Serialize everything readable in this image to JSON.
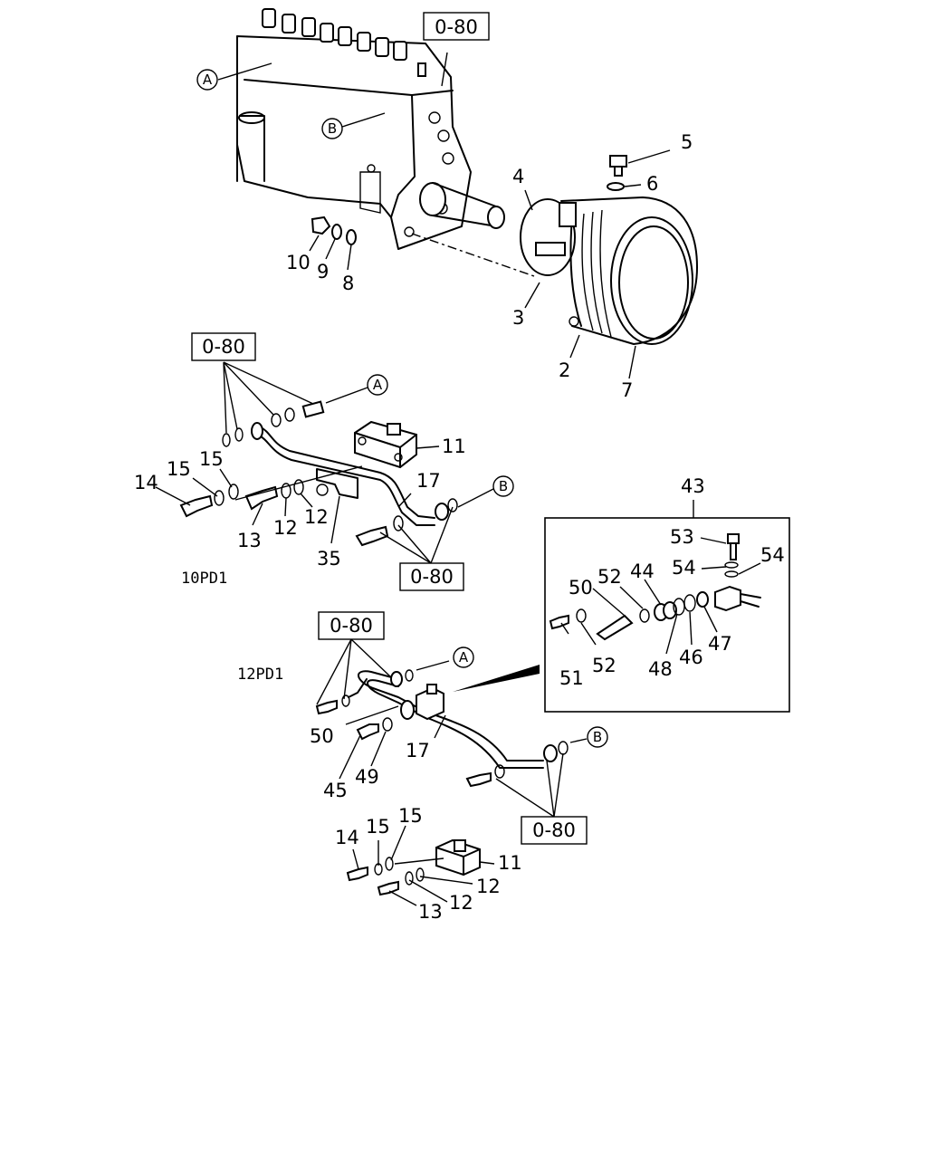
{
  "refs": {
    "ref_0_80": "0-80"
  },
  "markers": {
    "A": "A",
    "B": "B"
  },
  "variants": {
    "v10": "10PD1",
    "v12": "12PD1"
  },
  "parts": {
    "p2": "2",
    "p3": "3",
    "p4": "4",
    "p5": "5",
    "p6": "6",
    "p7": "7",
    "p8": "8",
    "p9": "9",
    "p10": "10",
    "p11": "11",
    "p12": "12",
    "p13": "13",
    "p14": "14",
    "p15": "15",
    "p17": "17",
    "p35": "35",
    "p43": "43",
    "p44": "44",
    "p45": "45",
    "p46": "46",
    "p47": "47",
    "p48": "48",
    "p49": "49",
    "p50": "50",
    "p51": "51",
    "p52": "52",
    "p53": "53",
    "p54": "54"
  }
}
